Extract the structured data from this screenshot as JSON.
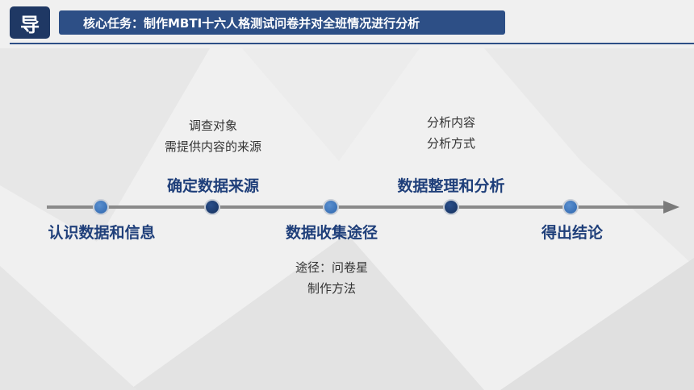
{
  "header": {
    "badge": "导",
    "title": "核心任务：制作MBTI十六人格测试问卷并对全班情况进行分析"
  },
  "timeline": {
    "stages": [
      {
        "label": "认识数据和信息"
      },
      {
        "label": "确定数据来源"
      },
      {
        "label": "数据收集途径"
      },
      {
        "label": "数据整理和分析"
      },
      {
        "label": "得出结论"
      }
    ],
    "notes": {
      "source": [
        "调查对象",
        "需提供内容的来源"
      ],
      "collection": [
        "途径：问卷星",
        "制作方法"
      ],
      "analysis": [
        "分析内容",
        "分析方式"
      ]
    }
  },
  "colors": {
    "accent": "#2d4f86",
    "badge": "#1f3864",
    "stage_text": "#1f3f7a"
  }
}
